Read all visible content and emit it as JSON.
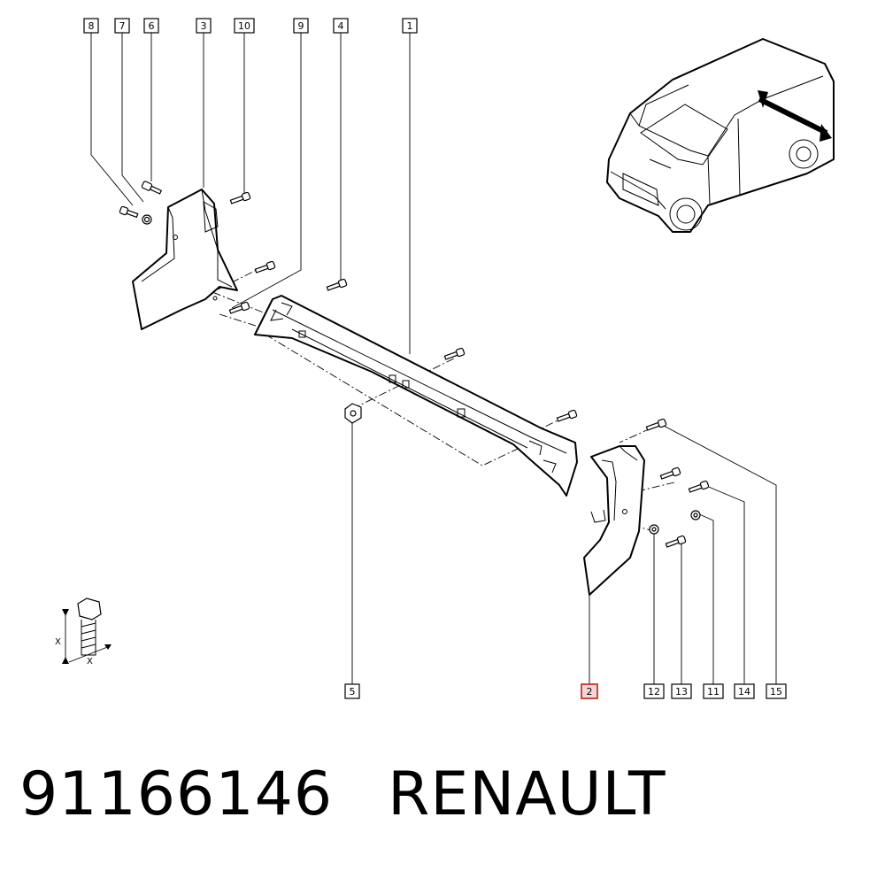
{
  "diagram": {
    "callouts": [
      "8",
      "7",
      "6",
      "3",
      "10",
      "9",
      "4",
      "1",
      "5",
      "2",
      "12",
      "13",
      "11",
      "14",
      "15"
    ],
    "highlighted_callout": "2",
    "dimension_labels": [
      "X",
      "X"
    ]
  },
  "footer": {
    "part_number": "91166146",
    "brand": "RENAULT"
  }
}
